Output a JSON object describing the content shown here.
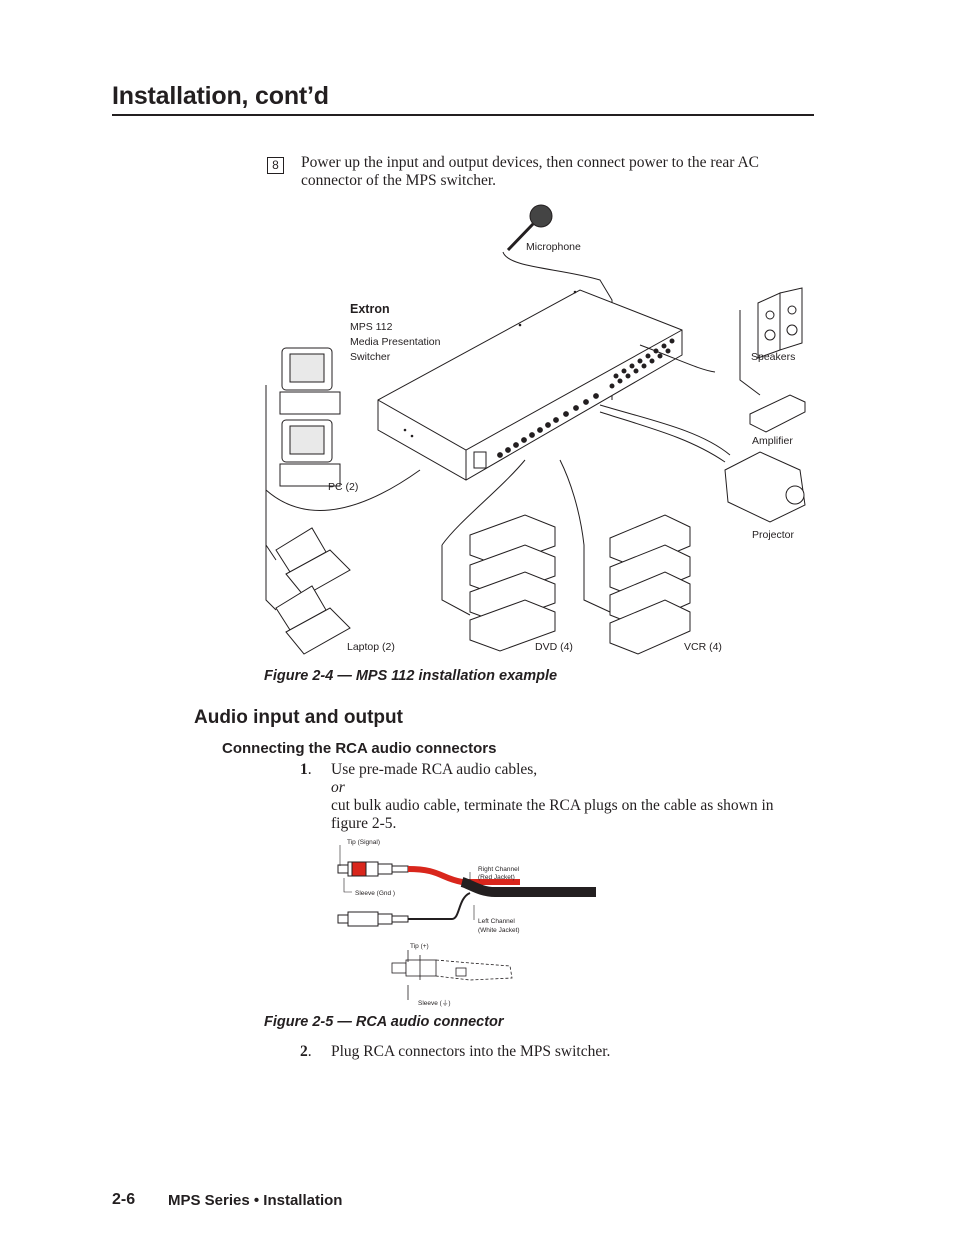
{
  "page": {
    "title": "Installation, cont’d"
  },
  "step8": {
    "number": "8",
    "text": "Power up the input and output devices, then connect power to the rear AC connector of the MPS switcher."
  },
  "figure4": {
    "caption": "Figure 2-4 — MPS 112 installation example",
    "labels": {
      "microphone": "Microphone",
      "brand": "Extron",
      "model": "MPS 112",
      "desc1": "Media Presentation",
      "desc2": "Switcher",
      "speakers": "Speakers",
      "amplifier": "Amplifier",
      "projector": "Projector",
      "pc": "PC (2)",
      "laptop": "Laptop (2)",
      "dvd": "DVD (4)",
      "vcr": "VCR (4)"
    }
  },
  "section": {
    "heading": "Audio input and output",
    "subheading": "Connecting the RCA audio connectors"
  },
  "steps": {
    "s1_num": "1",
    "s1_line1": "Use pre-made RCA audio cables,",
    "s1_or": "or",
    "s1_line2": "cut bulk audio cable, terminate the RCA plugs on the cable as shown in figure 2-5.",
    "s2_num": "2",
    "s2_text": "Plug RCA connectors into the MPS switcher."
  },
  "figure5": {
    "caption": "Figure 2-5 — RCA audio connector",
    "labels": {
      "tip_signal": "Tip (Signal)",
      "sleeve_gnd": "Sleeve (Gnd )",
      "right_channel": "Right Channel",
      "red_jacket": "(Red Jacket)",
      "left_channel": "Left Channel",
      "white_jacket": "(White Jacket)",
      "tip_plus": "Tip (+)",
      "sleeve": "Sleeve (⏚)"
    },
    "colors": {
      "right_cable": "#d9261c",
      "cable": "#231f20"
    }
  },
  "footer": {
    "page_number": "2-6",
    "text": "MPS Series • Installation"
  }
}
